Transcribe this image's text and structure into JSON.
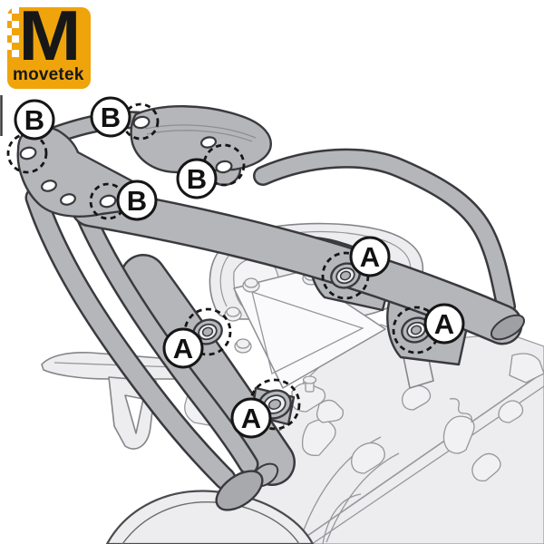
{
  "logo": {
    "monogram": "M",
    "wordmark": "movetek"
  },
  "callouts": {
    "b": [
      {
        "label": "B"
      },
      {
        "label": "B"
      },
      {
        "label": "B"
      },
      {
        "label": "B"
      }
    ],
    "a": [
      {
        "label": "A"
      },
      {
        "label": "A"
      },
      {
        "label": "A"
      },
      {
        "label": "A"
      }
    ]
  },
  "colors": {
    "logo_yellow": "#EFA40C",
    "logo_text": "#171717",
    "rack_gray": "#B4B6BA",
    "outline_dark": "#3A3A3E",
    "bike_line": "#85858A",
    "bike_fill": "#EDEDEF",
    "callout_stroke": "#161616"
  }
}
